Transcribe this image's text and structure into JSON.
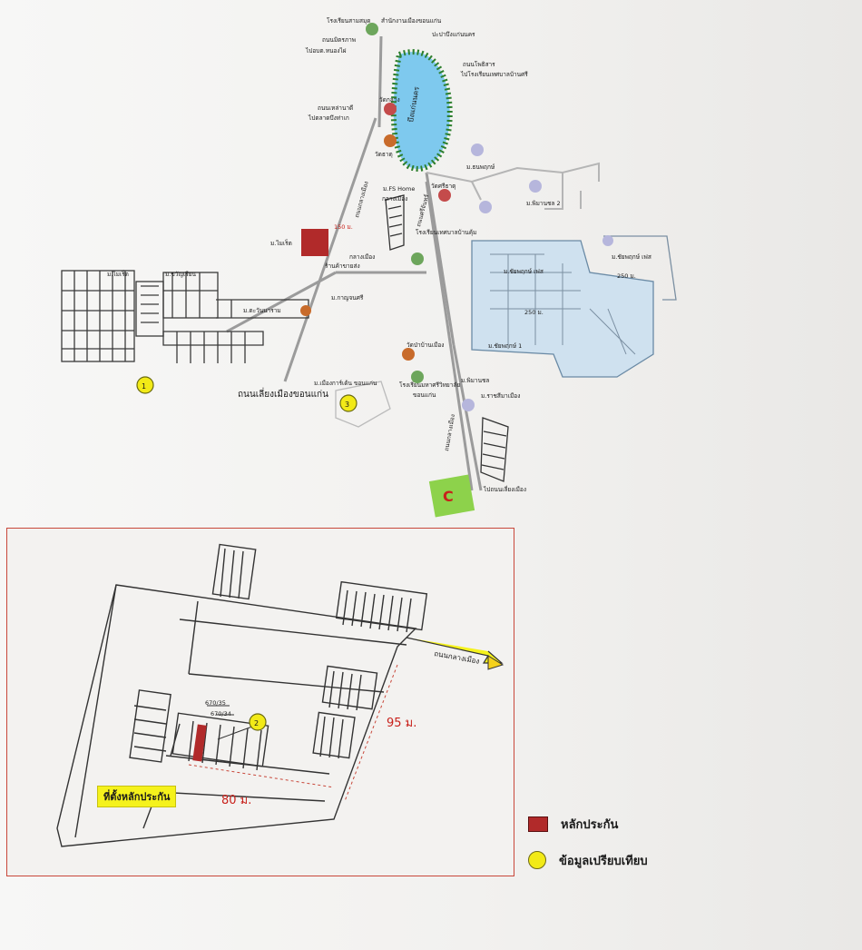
{
  "map": {
    "labels": {
      "school_top": "โรงเรียนสามสมุด",
      "district_office": "สำนักงานเมืองขอนแก่น",
      "road_to_nongwai": "ถนนมิตรภาพ",
      "to_nongwai": "ไปอบต.หนองไผ่",
      "to_lake": "ปะปาบึงแก่นนคร",
      "lake": "บึงแก่นนคร",
      "road_to_sri": "ถนนโพธิสาร",
      "to_sri": "ไปโรงเรียนเทศบาลบ้านศรี",
      "road_left": "ถนนเหล่านาดี",
      "to_left": "ไปตลาดบึงท่าเก",
      "temple_one": "วัดกลาง",
      "temple_two": "วัดธาตุ",
      "moo_rasdon": "ม.ธนพฤกษ์",
      "moo_pimnada": "ม.พิมานชล 2",
      "moo_fs": "ม.FS Home",
      "temple_sri": "วัดศรีธาตุ",
      "soi": "กลางเมือง",
      "road_center": "ถนนกลางเมือง",
      "road_sri_2": "ถนนศรีจันทร์",
      "school_2": "โรงเรียนเทศบาลบ้านคุ้ม",
      "moo_left": "ม.ไมเร็ต",
      "distance_150": "150 ม.",
      "shop": "ร้านค้าขายส่ง",
      "soi_2": "กลางเมือง",
      "moo_green": "ม.ไมเร็ต",
      "moo_phet": "ม.ขวัญเรียน",
      "moo_tawan": "ม.ตะวันนาราม",
      "moo_kanyakon": "ม.กาญจนศรี",
      "project_big": "ม.ชัยพฤกษ์ เฟส",
      "project_big_2": "ม.ชัยพฤกษ์ 1",
      "project_right": "ม.ชัยพฤกษ์ เฟส",
      "distance_250": "250 ม.",
      "distance_250b": "250 ม.",
      "temple_pa": "วัดป่าบ้านเมือง",
      "moo_nongkhai": "ม.เมืองการ์เด้น ขอนแก่น",
      "school_mahat": "โรงเรียนมหาศรีวิทยาลัย",
      "khonkaen": "ขอนแก่น",
      "moo_pimanchon": "ม.พิมานชล",
      "moo_banrao": "ม.ราชสีมาเมือง",
      "road_bottom": "ถนนเลี่ยงเมืองขอนแก่น",
      "road_vert": "ถนนกลางเมือง",
      "to_bypass": "ไปถนนเลี่ยงเมือง",
      "marker_1": "1",
      "marker_3": "3"
    },
    "inset": {
      "plot_a": "670/35",
      "plot_b": "670/34",
      "marker_2": "2",
      "dim_95": "95 ม.",
      "dim_80": "80 ม.",
      "road_label": "ถนนกลางเมือง",
      "callout": "ที่ตั้งหลักประกัน"
    }
  },
  "legend": {
    "collateral": "หลักประกัน",
    "comparison": "ข้อมูลเปรียบเทียบ"
  },
  "colors": {
    "collateral": "#b12a2a",
    "comparison": "#f2ea17",
    "lake": "#8fd3f2",
    "project_area": "#cfe1ef",
    "road": "#9a9a9a",
    "inset_border": "#c8473a"
  }
}
